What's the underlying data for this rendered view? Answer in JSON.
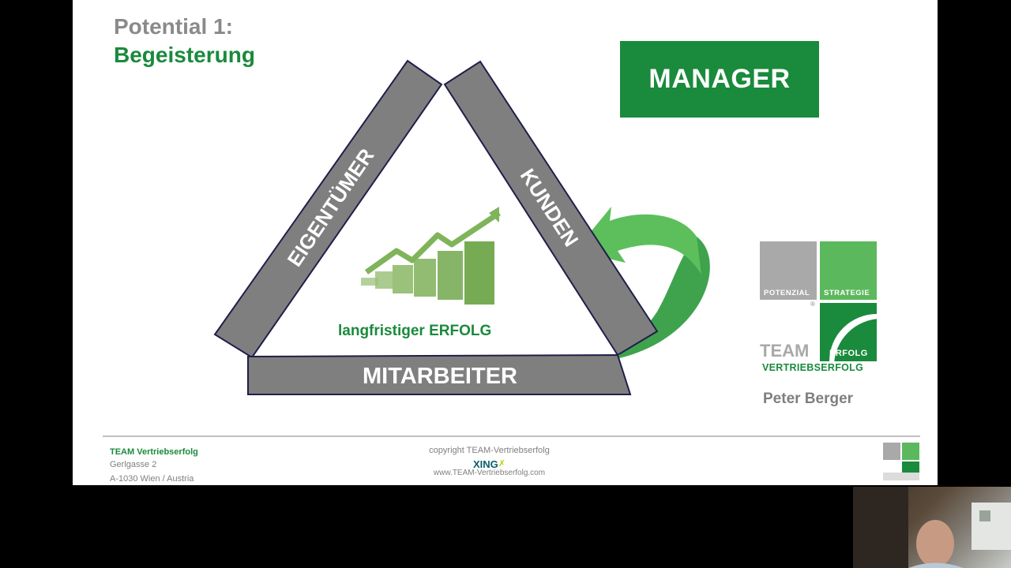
{
  "slide": {
    "title_prefix": "Potential 1:",
    "title_main": "Begeisterung",
    "role_box": "MANAGER",
    "triangle": {
      "left_side": "EIGENTÜMER",
      "right_side": "KUNDEN",
      "bottom_side": "MITARBEITER",
      "center_caption": "langfristiger ERFOLG"
    },
    "logo": {
      "tile_gray_label": "POTENZIAL",
      "tile_green_label": "STRATEGIE",
      "tile_dark_label": "ERFOLG",
      "word_team": "TEAM",
      "registered": "®",
      "tagline": "VERTRIEBSERFOLG"
    },
    "presenter": "Peter Berger"
  },
  "footer": {
    "company": "TEAM  Vertriebserfolg",
    "street": "Gerlgasse 2",
    "city": "A-1030 Wien  /  Austria",
    "copyright": "copyright TEAM-Vertriebserfolg",
    "xing": "XING",
    "url": "www.TEAM-Vertriebserfolg.com"
  },
  "colors": {
    "brand_green": "#1a8a3c",
    "light_green": "#5cb85c",
    "bar_gray": "#7f7f7f",
    "text_gray": "#8a8a8a"
  }
}
